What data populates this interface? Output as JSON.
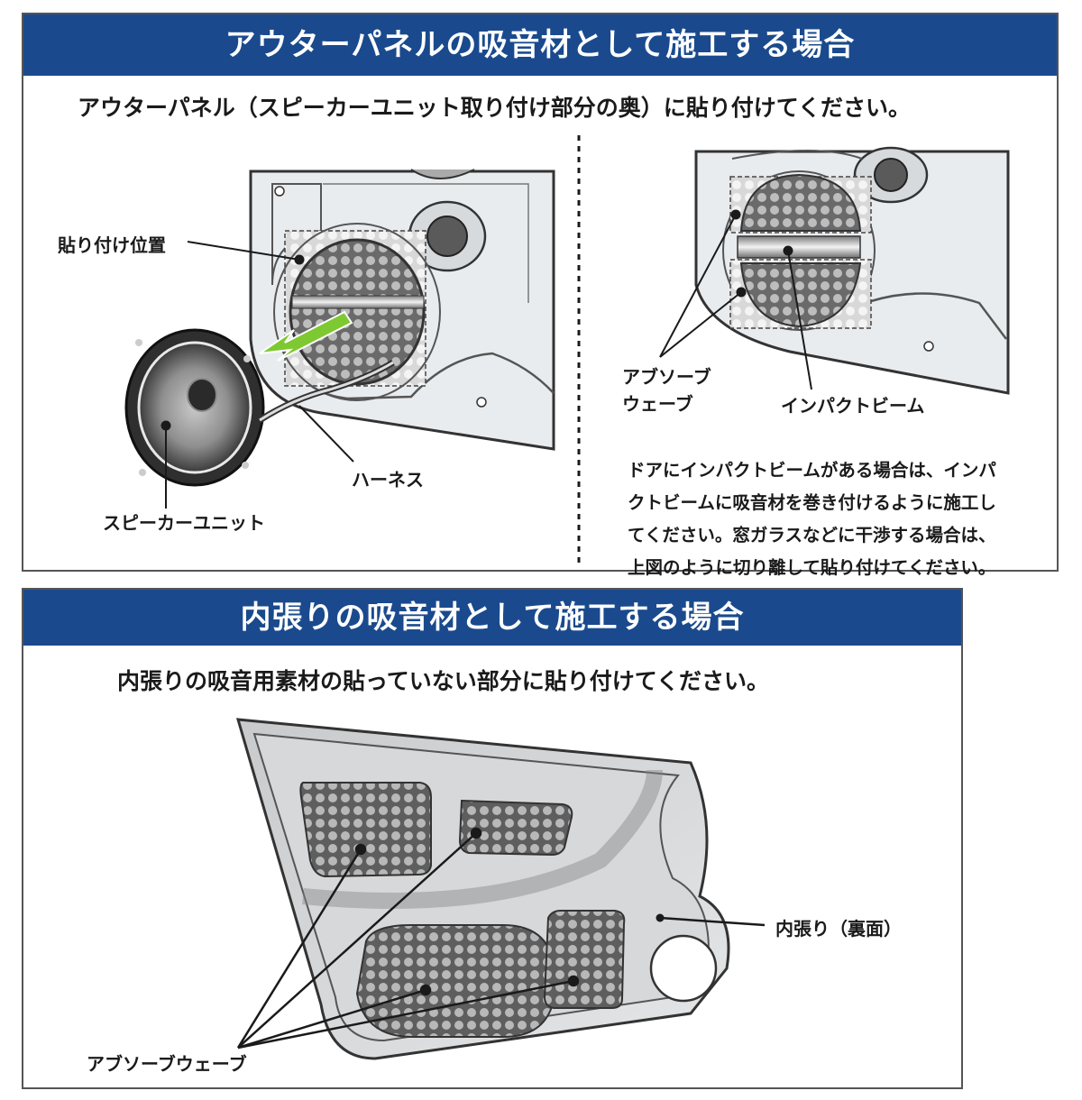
{
  "section1": {
    "title": "アウターパネルの吸音材として施工する場合",
    "instruction": "アウターパネル（スピーカーユニット取り付け部分の奥）に貼り付けてください。",
    "labels": {
      "position": "貼り付け位置",
      "harness": "ハーネス",
      "speaker": "スピーカーユニット",
      "absorb_line1": "アブソーブ",
      "absorb_line2": "ウェーブ",
      "beam": "インパクトビーム"
    },
    "note_lines": [
      "ドアにインパクトビームがある場合は、インパ",
      "クトビームに吸音材を巻き付けるように施工し",
      "てください。窓ガラスなどに干渉する場合は、",
      "上図のように切り離して貼り付けてください。"
    ]
  },
  "section2": {
    "title": "内張りの吸音材として施工する場合",
    "instruction": "内張りの吸音用素材の貼っていない部分に貼り付けてください。",
    "labels": {
      "trim_back": "内張り（裏面）",
      "absorb": "アブソーブウェーブ"
    }
  },
  "colors": {
    "header_band": "#1a4a8d",
    "arrow_green": "#7ec832"
  }
}
